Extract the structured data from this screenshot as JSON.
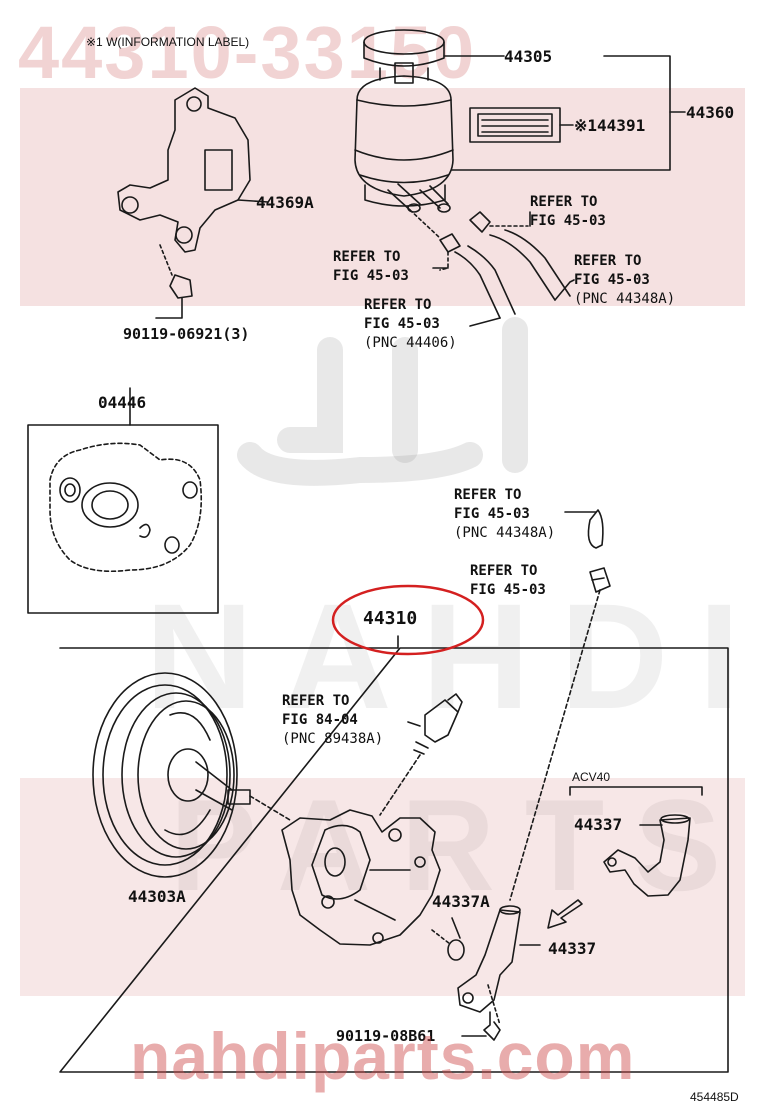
{
  "watermarks": {
    "part_number": "44310-33150",
    "site_url": "nahdiparts.com",
    "brand": "NAHDI",
    "sub": "PARTS"
  },
  "labels": {
    "info_label": "※1 W(INFORMATION LABEL)",
    "p44305": "44305",
    "p44360": "44360",
    "p44391": "※144391",
    "p44369A": "44369A",
    "p90119_06921": "90119-06921(3)",
    "p04446": "04446",
    "p44310": "44310",
    "p44303A": "44303A",
    "p44337_top": "44337",
    "p44337A": "44337A",
    "p44337_bottom": "44337",
    "p90119_08B61": "90119-08B61",
    "acv40": "ACV40",
    "diagram_code": "454485D"
  },
  "refs": {
    "r1": {
      "line1": "REFER TO",
      "line2": "FIG 45-03"
    },
    "r2": {
      "line1": "REFER TO",
      "line2": "FIG 45-03"
    },
    "r3": {
      "line1": "REFER TO",
      "line2": "FIG 45-03",
      "line3": "(PNC 44348A)"
    },
    "r4": {
      "line1": "REFER TO",
      "line2": "FIG 45-03",
      "line3": "(PNC 44406)"
    },
    "r5": {
      "line1": "REFER TO",
      "line2": "FIG 45-03",
      "line3": "(PNC 44348A)"
    },
    "r6": {
      "line1": "REFER TO",
      "line2": "FIG 45-03"
    },
    "r7": {
      "line1": "REFER TO",
      "line2": "FIG 84-04",
      "line3": "(PNC 89438A)"
    }
  },
  "colors": {
    "line": "#1a1a1a",
    "highlight": "#d42020",
    "watermark_red": "#cc4444"
  }
}
